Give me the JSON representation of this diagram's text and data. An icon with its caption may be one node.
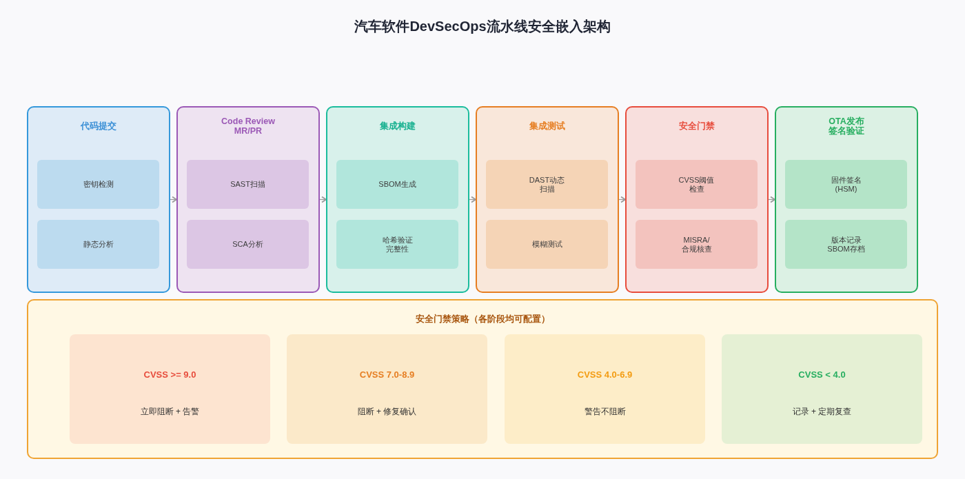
{
  "diagram": {
    "title": "汽车软件DevSecOps流水线安全嵌入架构",
    "nodes": [
      {
        "text": [
          "代码提交"
        ]
      },
      {
        "text": [
          "密钥检测"
        ],
        "in": 0
      },
      {
        "text": [
          "静态分析"
        ],
        "in": 0
      },
      {
        "text": [
          "Code Review MR/PR"
        ]
      },
      {
        "text": [
          "SAST扫描"
        ],
        "in": 3
      },
      {
        "text": [
          "SCA分析"
        ],
        "in": 3
      },
      {
        "text": [
          "集成构建"
        ]
      },
      {
        "text": [
          "SBOM生成"
        ],
        "in": 6
      },
      {
        "text": [
          "哈希验证完整性"
        ],
        "in": 6
      },
      {
        "text": [
          "集成测试"
        ]
      },
      {
        "text": [
          "DAST动态扫描"
        ],
        "in": 9
      },
      {
        "text": [
          "模糊测试"
        ],
        "in": 9
      },
      {
        "text": [
          "安全门禁"
        ]
      },
      {
        "text": [
          "CVSS阈值检查"
        ],
        "in": 12
      },
      {
        "text": [
          "MISRA/合规核查"
        ],
        "in": 12
      },
      {
        "text": [
          "OTA发布签名验证"
        ]
      },
      {
        "text": [
          "固件签名(HSM)"
        ],
        "in": 15
      },
      {
        "text": [
          "版本记录SBOM存档"
        ],
        "in": 15
      },
      {
        "text": [
          "安全门禁策略（各阶段均可配置）"
        ]
      },
      {
        "text": [
          "CVSS >= 9.0",
          "立即阻断 + 告警"
        ],
        "in": 18
      },
      {
        "text": [
          "CVSS 7.0-8.9",
          "阻断 + 修复确认"
        ],
        "in": 18
      },
      {
        "text": [
          "CVSS 4.0-6.9",
          "警告不阻断"
        ],
        "in": 18
      },
      {
        "text": [
          "CVSS < 4.0",
          "记录 + 定期复查"
        ],
        "in": 18
      }
    ],
    "edges": [
      {
        "from": 0,
        "to": 3,
        "arrow": "to"
      },
      {
        "from": 3,
        "to": 6,
        "arrow": "to"
      },
      {
        "from": 6,
        "to": 9,
        "arrow": "to"
      },
      {
        "from": 9,
        "to": 12,
        "arrow": "to"
      },
      {
        "from": 12,
        "to": 15,
        "arrow": "to"
      }
    ]
  }
}
